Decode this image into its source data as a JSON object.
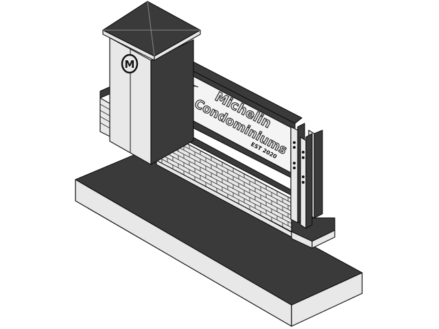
{
  "sign": {
    "name_line1": "Michelin",
    "name_line2": "Condominiums",
    "established": "EST 2020",
    "monogram": "M"
  },
  "colors": {
    "dark_face": "#3a3a3a",
    "light_face": "#e8e8e8",
    "outline": "#111111"
  },
  "icons": [
    "hummingbird-icon",
    "monogram-m-icon"
  ]
}
